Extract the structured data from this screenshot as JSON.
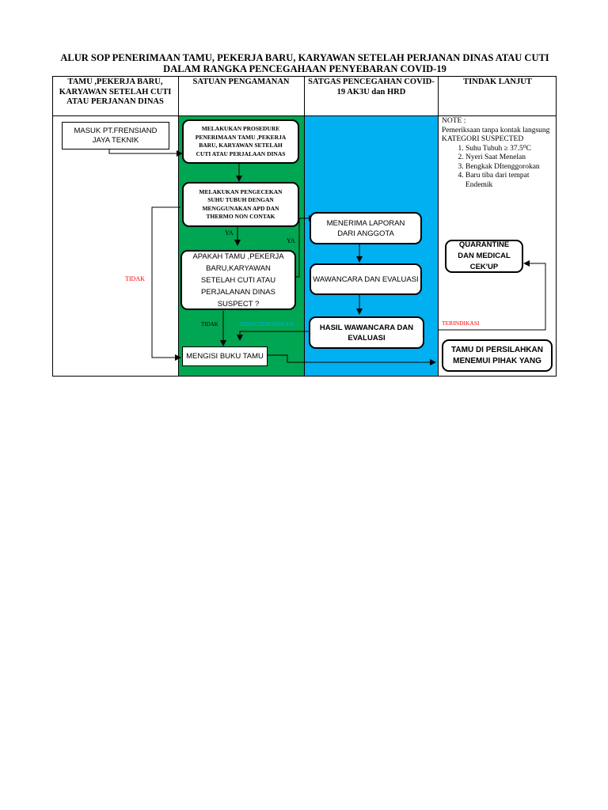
{
  "title": {
    "line1": "ALUR SOP PENERIMAAN TAMU, PEKERJA BARU, KARYAWAN SETELAH PERJANAN DINAS ATAU CUTI",
    "line2": "DALAM RANGKA PENCEGAHAAN PENYEBARAN COVID-19"
  },
  "columns": {
    "col1": "TAMU ,PEKERJA BARU, KARYAWAN SETELAH CUTI ATAU PERJANAN DINAS",
    "col2": "SATUAN PENGAMANAN",
    "col3": "SATGAS PENCEGAHAN COVID-19 AK3U dan HRD",
    "col4": "TINDAK LANJUT"
  },
  "colors": {
    "green_lane": "#00a651",
    "blue_lane": "#00b0f0",
    "red_label": "#ff0000"
  },
  "boxes": {
    "masuk": "MASUK PT.FRENSIAND JAYA TEKNIK",
    "prosedure": "MELAKUKAN PROSEDURE PENERIMAAN TAMU ,PEKERJA BARU, KARYAWAN SETELAH CUTI ATAU PERJALAAN DINAS",
    "pengecekan": "MELAKUKAN PENGECEKAN SUHU TUBUH DENGAN MENGGUNAKAN APD DAN THERMO NON CONTAK",
    "apakah": "APAKAH TAMU ,PEKERJA BARU,KARYAWAN SETELAH CUTI ATAU PERJALANAN DINAS SUSPECT ?",
    "mengisi": "MENGISI BUKU TAMU",
    "menerima": "MENERIMA LAPORAN DARI ANGGOTA",
    "wawancara": "WAWANCARA DAN EVALUASI",
    "hasil": "HASIL WAWANCARA DAN EVALUASI",
    "quarantine": "QUARANTINE DAN MEDICAL CEK'UP",
    "persilahkan": "TAMU DI PERSILAHKAN MENEMUI PIHAK YANG"
  },
  "labels": {
    "ya1": "YA",
    "ya2": "YA",
    "tidak_red": "TIDAK",
    "tidak_small": "TIDAK",
    "tidak_terindikasi": "TIDAK TERINDIKASI",
    "terindikasi": "TERINDIKASI"
  },
  "note": {
    "heading": "NOTE :",
    "line1": "Pemeriksaan tanpa kontak langsung",
    "line2": "KATEGORI SUSPECTED",
    "items": [
      "Suhu Tubuh ≥ 37.5⁰C",
      "Nyeri Saat Menelan",
      "Bengkak DItenggorokan",
      "Baru tiba dari tempat Endemik"
    ]
  }
}
